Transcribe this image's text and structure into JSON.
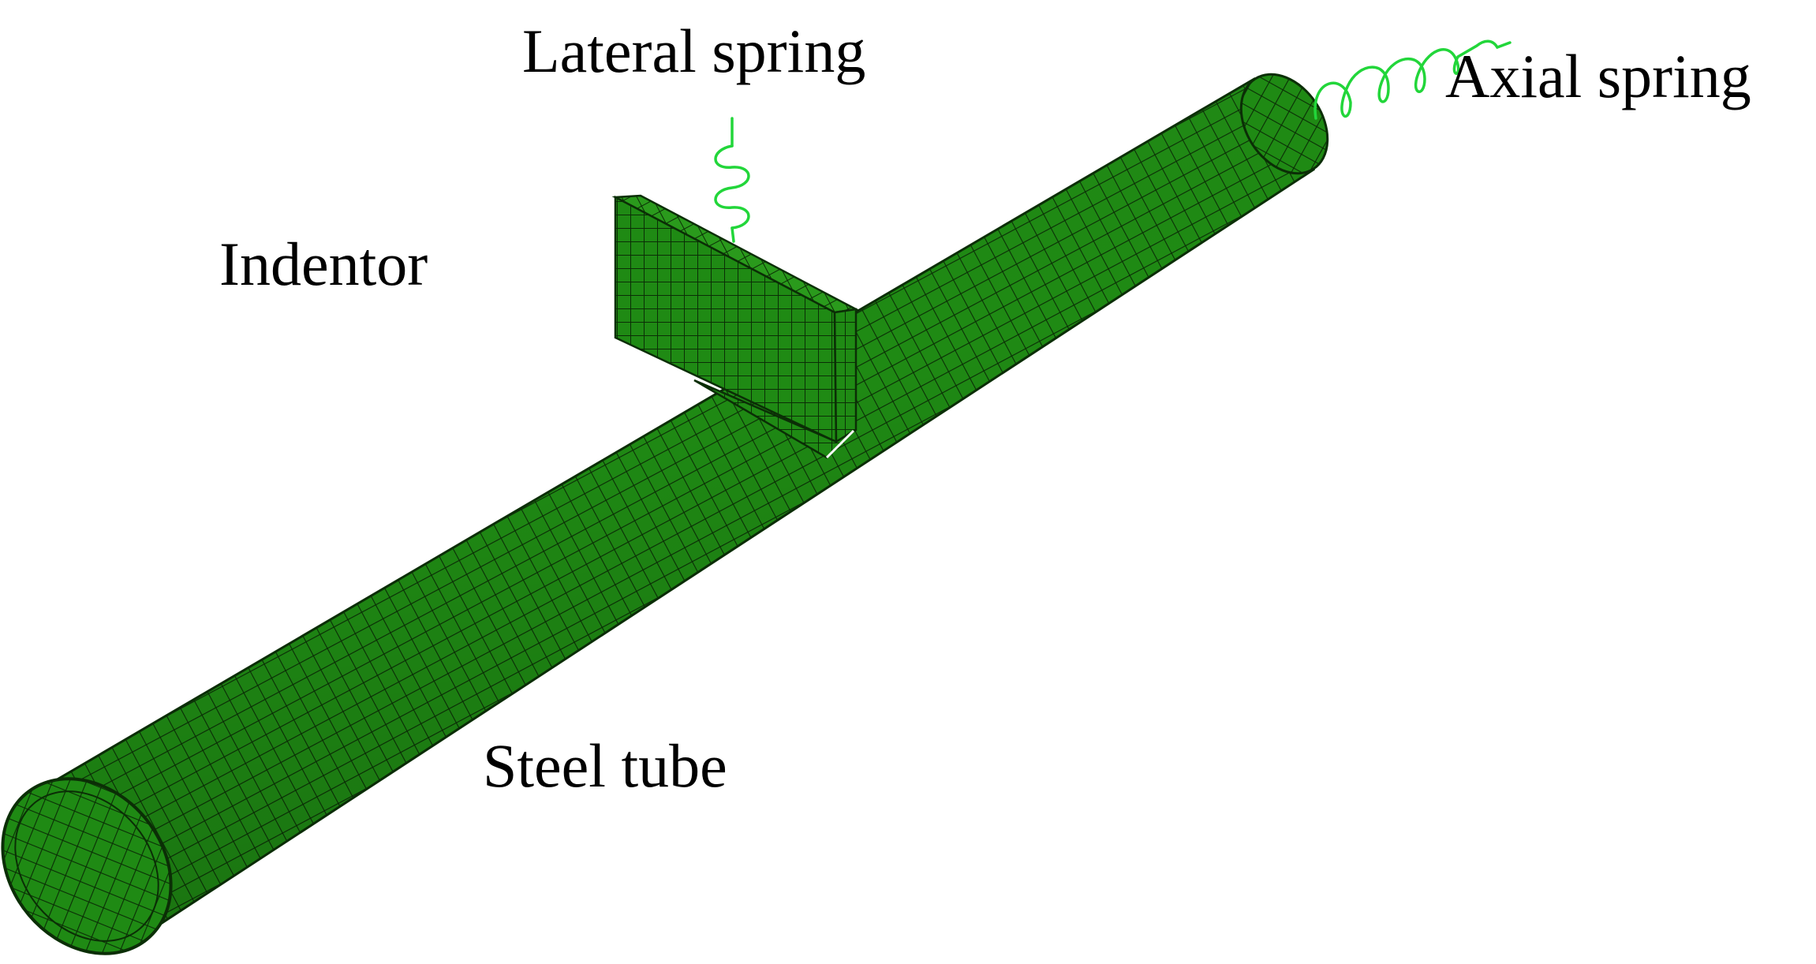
{
  "labels": {
    "lateral_spring": "Lateral spring",
    "axial_spring": "Axial spring",
    "indentor": "Indentor",
    "steel_tube": "Steel tube"
  },
  "colors": {
    "mesh_fill": "#1f8a14",
    "mesh_line": "#0b2e06",
    "spring": "#22d63a"
  }
}
